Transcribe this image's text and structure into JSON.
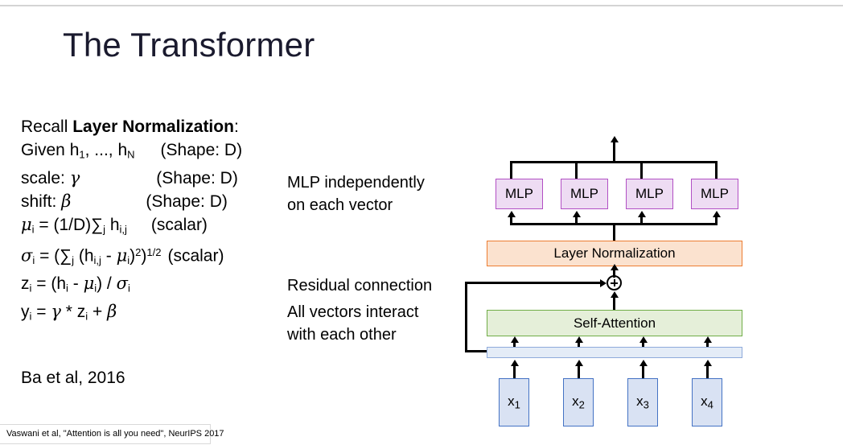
{
  "slide": {
    "title": "The Transformer",
    "citation": "Vaswani et al, \"Attention is all you need\", NeurIPS 2017",
    "reference": "Ba et al, 2016"
  },
  "formulas": {
    "heading_prefix": "Recall ",
    "heading_bold": "Layer Normalization",
    "heading_suffix": ":",
    "line_given": "Given h",
    "line_given_sub1": "1",
    "line_given_mid": ", ..., h",
    "line_given_sub2": "N",
    "shape_d_1": "(Shape: D)",
    "line_scale_label": "scale: ",
    "line_scale_sym": "γ",
    "shape_d_2": "(Shape: D)",
    "line_shift_label": "shift: ",
    "line_shift_sym": "β",
    "shape_d_3": "(Shape: D)",
    "mu_sym": "μ",
    "mu_sub": "i",
    "mu_eq": " = (1/D)∑",
    "mu_sum_sub": "j",
    "mu_h": " h",
    "mu_h_sub": "i,j",
    "scalar_1": "(scalar)",
    "sigma_sym": "σ",
    "sigma_sub": "i",
    "sigma_eq1": " = (∑",
    "sigma_sum_sub": "j",
    "sigma_eq2": " (h",
    "sigma_h_sub": "i,j",
    "sigma_eq3": " - ",
    "sigma_mu": "μ",
    "sigma_mu_sub": "i",
    "sigma_eq4": ")",
    "sigma_sq": "2",
    "sigma_eq5": ")",
    "sigma_half": "1/2",
    "scalar_2": "(scalar)",
    "z_sym": "z",
    "z_sub": "i",
    "z_eq1": " = (h",
    "z_h_sub": "i",
    "z_eq2": " - ",
    "z_mu": "μ",
    "z_mu_sub": "i",
    "z_eq3": ") / ",
    "z_sigma": "σ",
    "z_sigma_sub": "i",
    "y_sym": "y",
    "y_sub": "i",
    "y_eq1": " = ",
    "y_gamma": "γ",
    "y_eq2": " * z",
    "y_z_sub": "i",
    "y_eq3": " + ",
    "y_beta": "β"
  },
  "notes": {
    "mlp_line1": "MLP independently",
    "mlp_line2": "on each vector",
    "residual": "Residual connection",
    "interact_line1": "All vectors interact",
    "interact_line2": "with each other"
  },
  "diagram": {
    "mlp_boxes": [
      {
        "label": "MLP"
      },
      {
        "label": "MLP"
      },
      {
        "label": "MLP"
      },
      {
        "label": "MLP"
      }
    ],
    "layer_norm_label": "Layer Normalization",
    "self_attention_label": "Self-Attention",
    "plus_label": "+",
    "inputs": [
      {
        "base": "x",
        "sub": "1"
      },
      {
        "base": "x",
        "sub": "2"
      },
      {
        "base": "x",
        "sub": "3"
      },
      {
        "base": "x",
        "sub": "4"
      }
    ]
  },
  "colors": {
    "mlp_fill": "#eedcf3",
    "mlp_border": "#b24fc4",
    "layernorm_fill": "#fbe2cf",
    "layernorm_border": "#ed7d31",
    "selfattention_fill": "#e5efd9",
    "selfattention_border": "#70ad47",
    "bar_fill": "#e4ecf7",
    "bar_border": "#8eaadb",
    "input_fill": "#d9e2f3",
    "input_border": "#4472c4",
    "title_text": "#1a1a2e",
    "background": "#ffffff"
  }
}
